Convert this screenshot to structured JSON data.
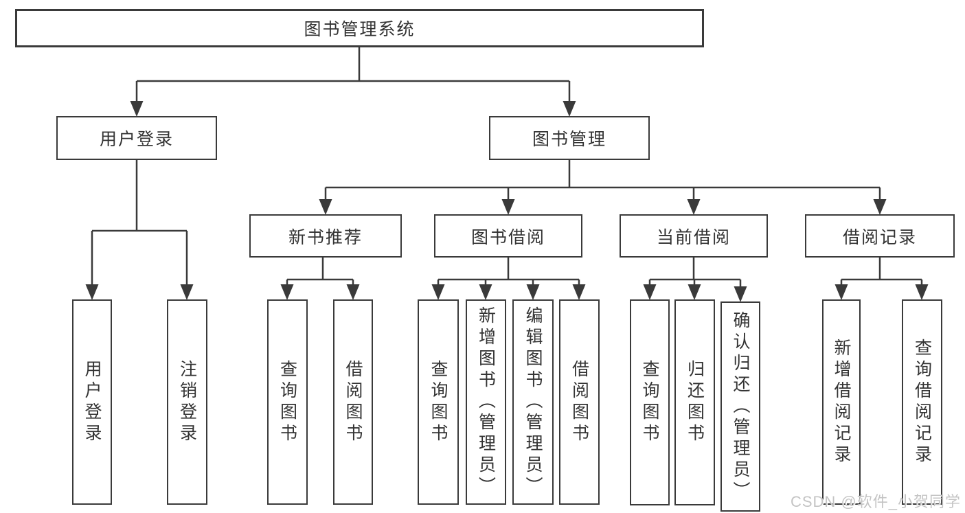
{
  "tree": {
    "label": "图书管理系统",
    "children": [
      {
        "label": "用户登录",
        "children": [
          {
            "label": "用户登录"
          },
          {
            "label": "注销登录"
          }
        ]
      },
      {
        "label": "图书管理",
        "children": [
          {
            "label": "新书推荐",
            "children": [
              {
                "label": "查询图书"
              },
              {
                "label": "借阅图书"
              }
            ]
          },
          {
            "label": "图书借阅",
            "children": [
              {
                "label": "查询图书"
              },
              {
                "label": "新增图书（管理员）"
              },
              {
                "label": "编辑图书（管理员）"
              },
              {
                "label": "借阅图书"
              }
            ]
          },
          {
            "label": "当前借阅",
            "children": [
              {
                "label": "查询图书"
              },
              {
                "label": "归还图书"
              },
              {
                "label": "确认归还（管理员）"
              }
            ]
          },
          {
            "label": "借阅记录",
            "children": [
              {
                "label": "新增借阅记录"
              },
              {
                "label": "查询借阅记录"
              }
            ]
          }
        ]
      }
    ]
  },
  "watermark": {
    "text": "CSDN @软件_小贺同学"
  },
  "colors": {
    "line": "#3a3a3a",
    "box_border": "#3a3a3a",
    "text": "#333333",
    "watermark": "#c4c4c4",
    "background": "#ffffff"
  }
}
